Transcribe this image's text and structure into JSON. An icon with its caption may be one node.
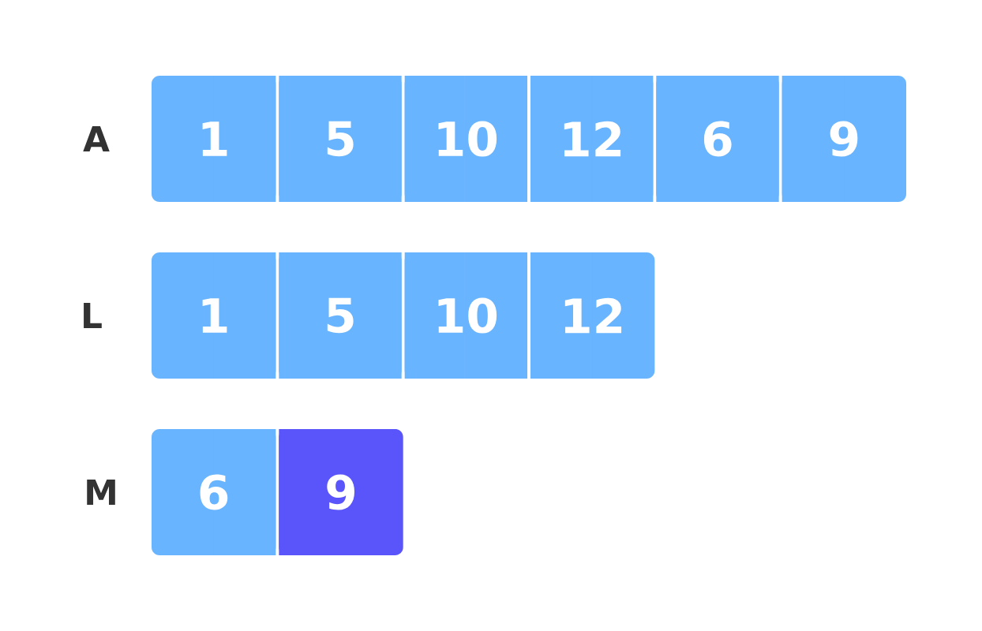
{
  "diagram": {
    "nodes": [
      {
        "text": [
          "1"
        ]
      },
      {
        "text": [
          "5"
        ]
      },
      {
        "text": [
          "10"
        ]
      },
      {
        "text": [
          "12"
        ]
      },
      {
        "text": [
          "6"
        ]
      },
      {
        "text": [
          "9"
        ]
      },
      {
        "text": [
          "1"
        ]
      },
      {
        "text": [
          "5"
        ]
      },
      {
        "text": [
          "10"
        ]
      },
      {
        "text": [
          "12"
        ]
      },
      {
        "text": [
          "6"
        ]
      },
      {
        "text": [
          "9"
        ]
      }
    ],
    "labels": [
      "A",
      "L",
      "M"
    ]
  }
}
